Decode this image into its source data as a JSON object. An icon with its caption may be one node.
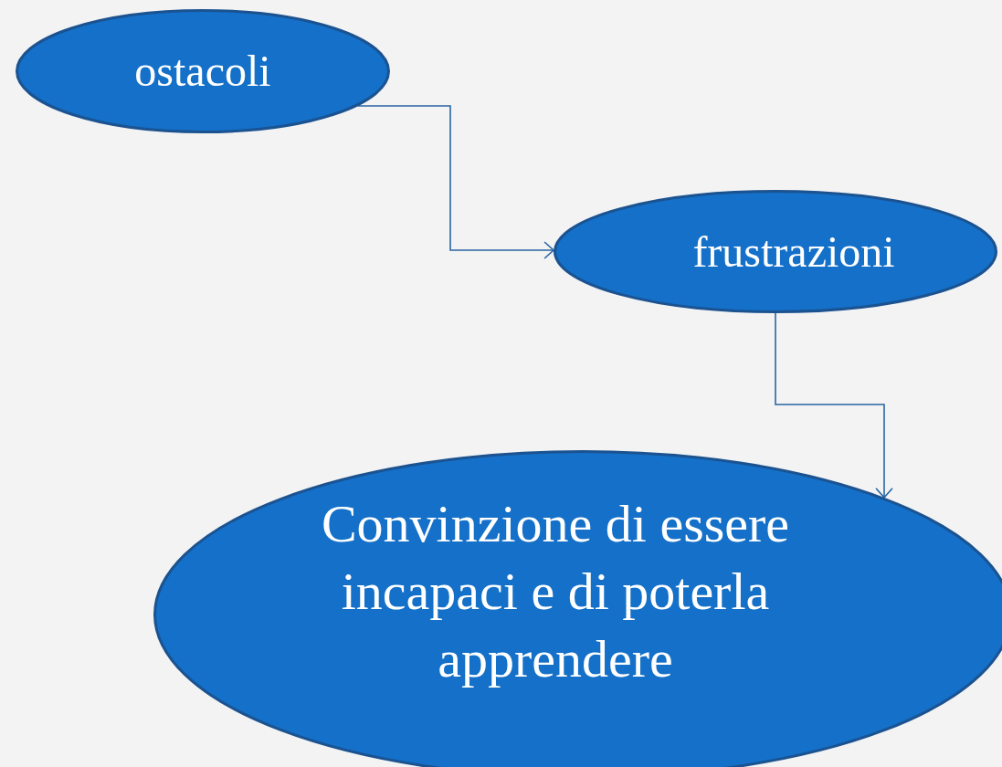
{
  "diagram": {
    "nodes": [
      {
        "text": [
          "ostacoli"
        ]
      },
      {
        "text": [
          "frustrazioni"
        ]
      },
      {
        "text": [
          "Convinzione di essere incapaci e di poterla apprendere"
        ]
      }
    ],
    "edges": [
      {
        "from": 0,
        "to": 1,
        "arrow": "to"
      },
      {
        "from": 1,
        "to": 2,
        "arrow": "to"
      }
    ]
  }
}
